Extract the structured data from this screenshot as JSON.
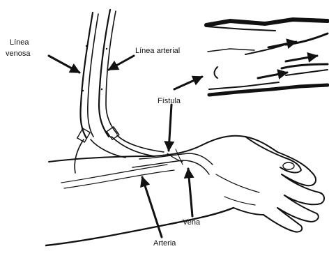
{
  "labels": {
    "linea_venosa_1": "Línea",
    "linea_venosa_2": "venosa",
    "linea_arterial": "Línea arterial",
    "fistula": "Fístula",
    "vena": "Vena",
    "arteria": "Arteria"
  },
  "colors": {
    "ink": "#111111",
    "background": "#ffffff"
  }
}
